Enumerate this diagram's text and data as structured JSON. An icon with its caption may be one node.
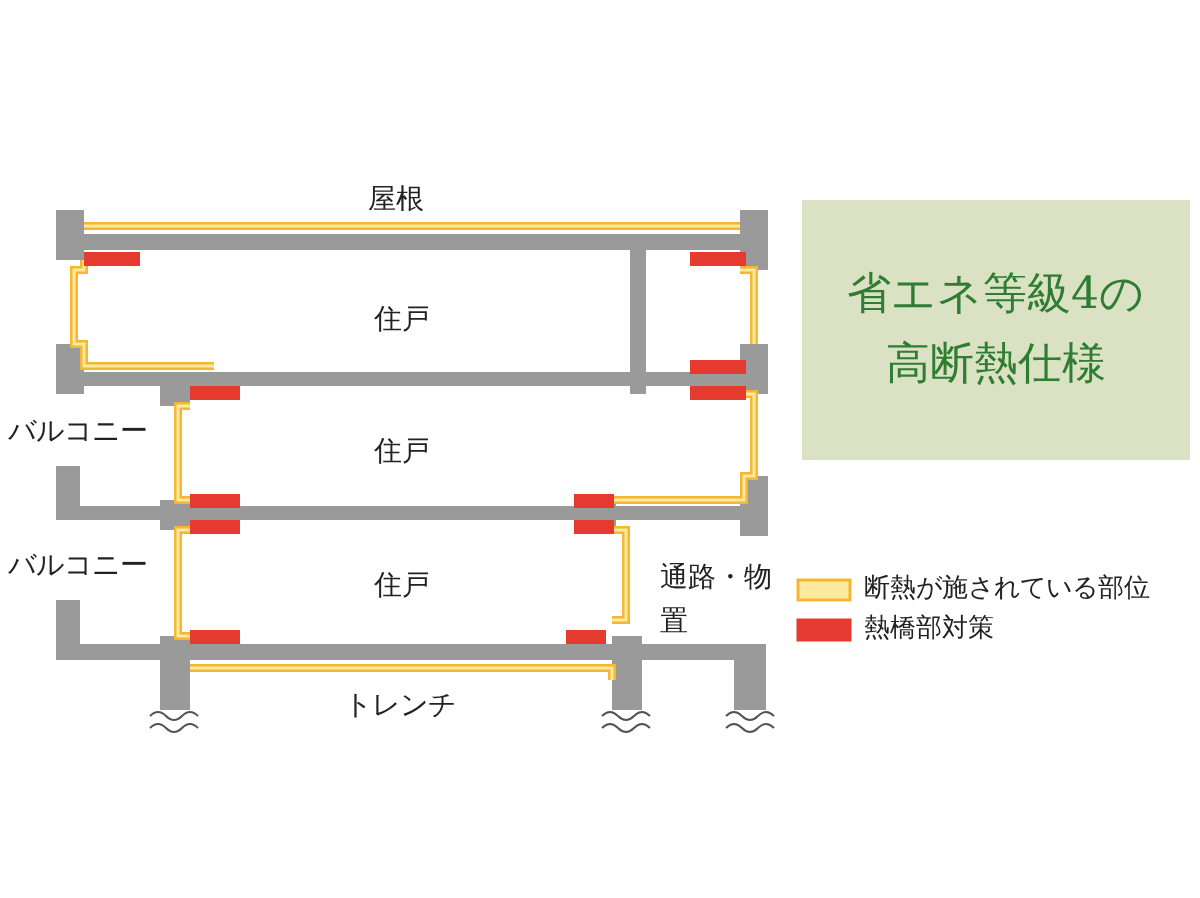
{
  "diagram": {
    "nodes": [
      {
        "text": [
          "省エネ等級4の高断熱仕様"
        ]
      }
    ],
    "edges": [],
    "labels": [
      "屋根",
      "住戸",
      "バルコニー",
      "住戸",
      "バルコニー",
      "住戸",
      "通路・物置",
      "トレンチ"
    ],
    "legend": [
      {
        "text": "断熱が施されている部位",
        "color": "#fde9a0"
      },
      {
        "text": "熱橋部対策",
        "color": "#e53a2f"
      }
    ]
  }
}
